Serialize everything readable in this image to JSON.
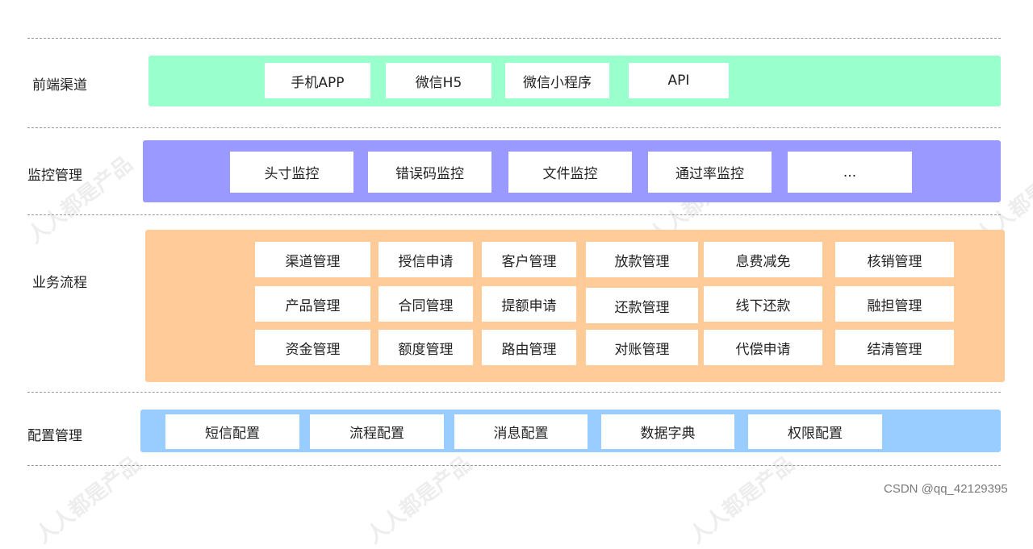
{
  "colors": {
    "frontend_band": "#99ffcc",
    "monitor_band": "#9999ff",
    "business_band": "#ffcc99",
    "config_band": "#99ccff"
  },
  "rows": {
    "frontend": {
      "label": "前端渠道",
      "items": [
        "手机APP",
        "微信H5",
        "微信小程序",
        "API"
      ]
    },
    "monitor": {
      "label": "监控管理",
      "items": [
        "头寸监控",
        "错误码监控",
        "文件监控",
        "通过率监控",
        "..."
      ]
    },
    "business": {
      "label": "业务流程",
      "items": [
        "渠道管理",
        "授信申请",
        "客户管理",
        "放款管理",
        "息费减免",
        "核销管理",
        "产品管理",
        "合同管理",
        "提额申请",
        "还款管理",
        "线下还款",
        "融担管理",
        "资金管理",
        "额度管理",
        "路由管理",
        "对账管理",
        "代偿申请",
        "结清管理"
      ]
    },
    "config": {
      "label": "配置管理",
      "items": [
        "短信配置",
        "流程配置",
        "消息配置",
        "数据字典",
        "权限配置"
      ]
    }
  },
  "credit": "CSDN @qq_42129395"
}
